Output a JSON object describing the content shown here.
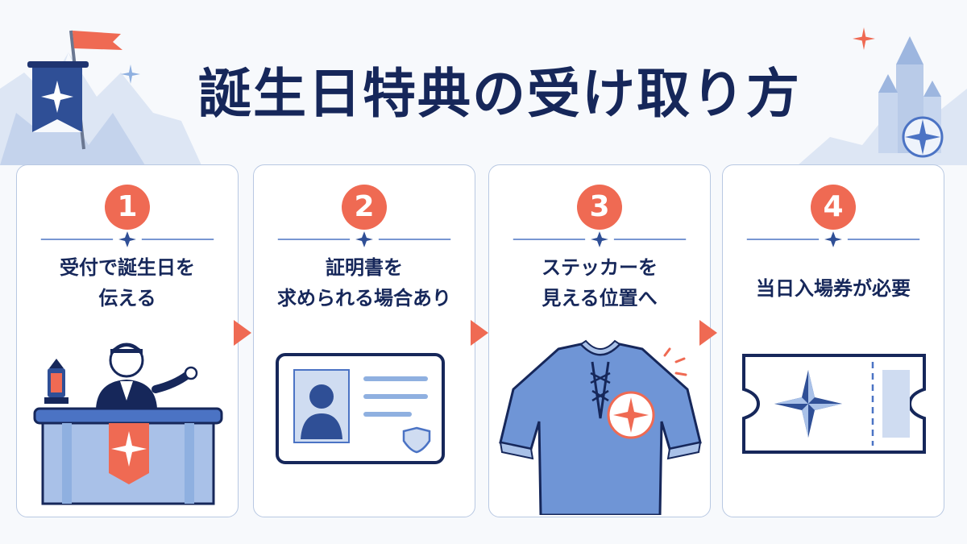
{
  "title": "誕生日特典の受け取り方",
  "colors": {
    "navy": "#16275a",
    "accent": "#ef6a53",
    "blue": "#4b73c4",
    "lightblue": "#a9c1e8",
    "border": "#b8c8e2"
  },
  "steps": [
    {
      "number": "1",
      "lines": [
        "受付で誕生日を",
        "伝える"
      ],
      "icon": "reception-desk-icon"
    },
    {
      "number": "2",
      "lines": [
        "証明書を",
        "求められる場合あり"
      ],
      "icon": "id-card-icon"
    },
    {
      "number": "3",
      "lines": [
        "ステッカーを",
        "見える位置へ"
      ],
      "icon": "shirt-sticker-icon"
    },
    {
      "number": "4",
      "lines": [
        "当日入場券が必要"
      ],
      "icon": "ticket-icon"
    }
  ]
}
